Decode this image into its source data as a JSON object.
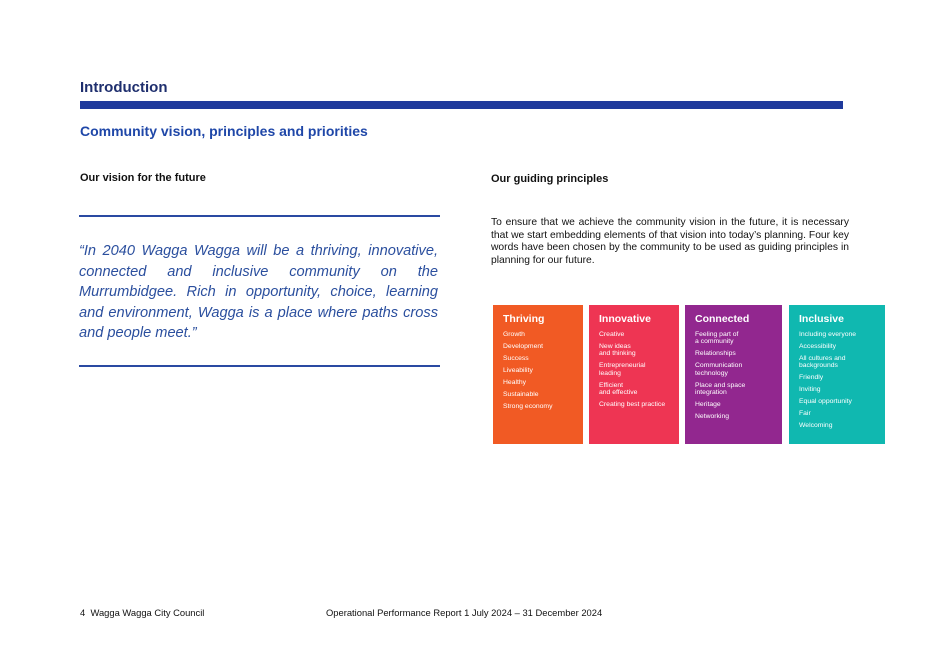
{
  "header": {
    "section_title": "Introduction",
    "subtitle": "Community vision, principles and priorities"
  },
  "vision": {
    "heading": "Our vision for the future",
    "quote": "“In 2040 Wagga Wagga will be a thriving, innovative, connected and inclusive community on the Murrumbidgee. Rich in opportunity, choice, learning and environment, Wagga is a place where paths cross and people meet.”"
  },
  "principles": {
    "heading": "Our guiding principles",
    "intro": "To ensure that we achieve the community vision in the future, it is necessary that we start embedding elements of that vision into today’s planning. Four key words have been chosen by the community to be used as guiding principles in planning for our future.",
    "cards": [
      {
        "title": "Thriving",
        "color": "#f15a24",
        "items": [
          "Growth",
          "Development",
          "Success",
          "Liveability",
          "Healthy",
          "Sustainable",
          "Strong economy"
        ]
      },
      {
        "title": "Innovative",
        "color": "#ee3553",
        "items": [
          "Creative",
          "New ideas\nand thinking",
          "Entrepreneurial\nleading",
          "Efficient\nand effective",
          "Creating best practice"
        ]
      },
      {
        "title": "Connected",
        "color": "#92278f",
        "items": [
          "Feeling part of\na community",
          "Relationships",
          "Communication\ntechnology",
          "Place and space\nintegration",
          "Heritage",
          "Networking"
        ]
      },
      {
        "title": "Inclusive",
        "color": "#10b8b0",
        "items": [
          "Including everyone",
          "Accessibility",
          "All cultures and\nbackgrounds",
          "Friendly",
          "Inviting",
          "Equal opportunity",
          "Fair",
          "Welcoming"
        ]
      }
    ]
  },
  "footer": {
    "page_number": "4",
    "organisation": "Wagga Wagga City Council",
    "report_title": "Operational Performance Report 1 July 2024 – 31 December 2024"
  }
}
